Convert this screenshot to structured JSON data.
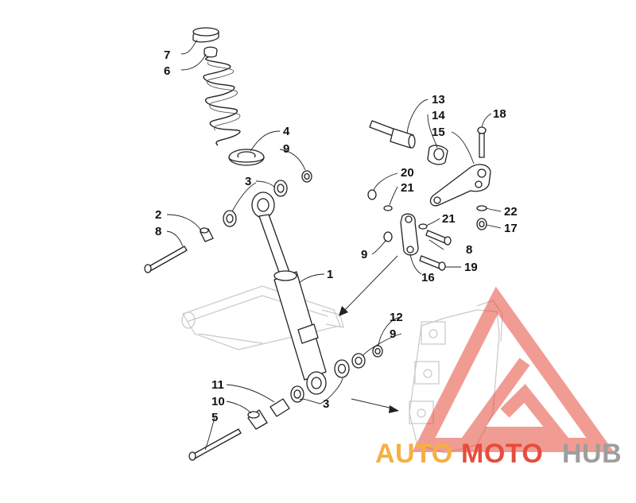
{
  "callouts": {
    "c1": "1",
    "c2": "2",
    "c3a": "3",
    "c3b": "3",
    "c4": "4",
    "c5": "5",
    "c6": "6",
    "c7": "7",
    "c8a": "8",
    "c8b": "8",
    "c9a": "9",
    "c9b": "9",
    "c9c": "9",
    "c10": "10",
    "c11": "11",
    "c12": "12",
    "c13": "13",
    "c14": "14",
    "c15": "15",
    "c16": "16",
    "c17": "17",
    "c18": "18",
    "c19": "19",
    "c20": "20",
    "c21a": "21",
    "c21b": "21",
    "c22": "22"
  },
  "watermark": {
    "word_a": "AUTO",
    "word_b": "MOTO",
    "word_c": "HUB",
    "color_orange": "#f5b041",
    "color_red": "#e74c3c",
    "color_grey": "#9e9e9e"
  }
}
